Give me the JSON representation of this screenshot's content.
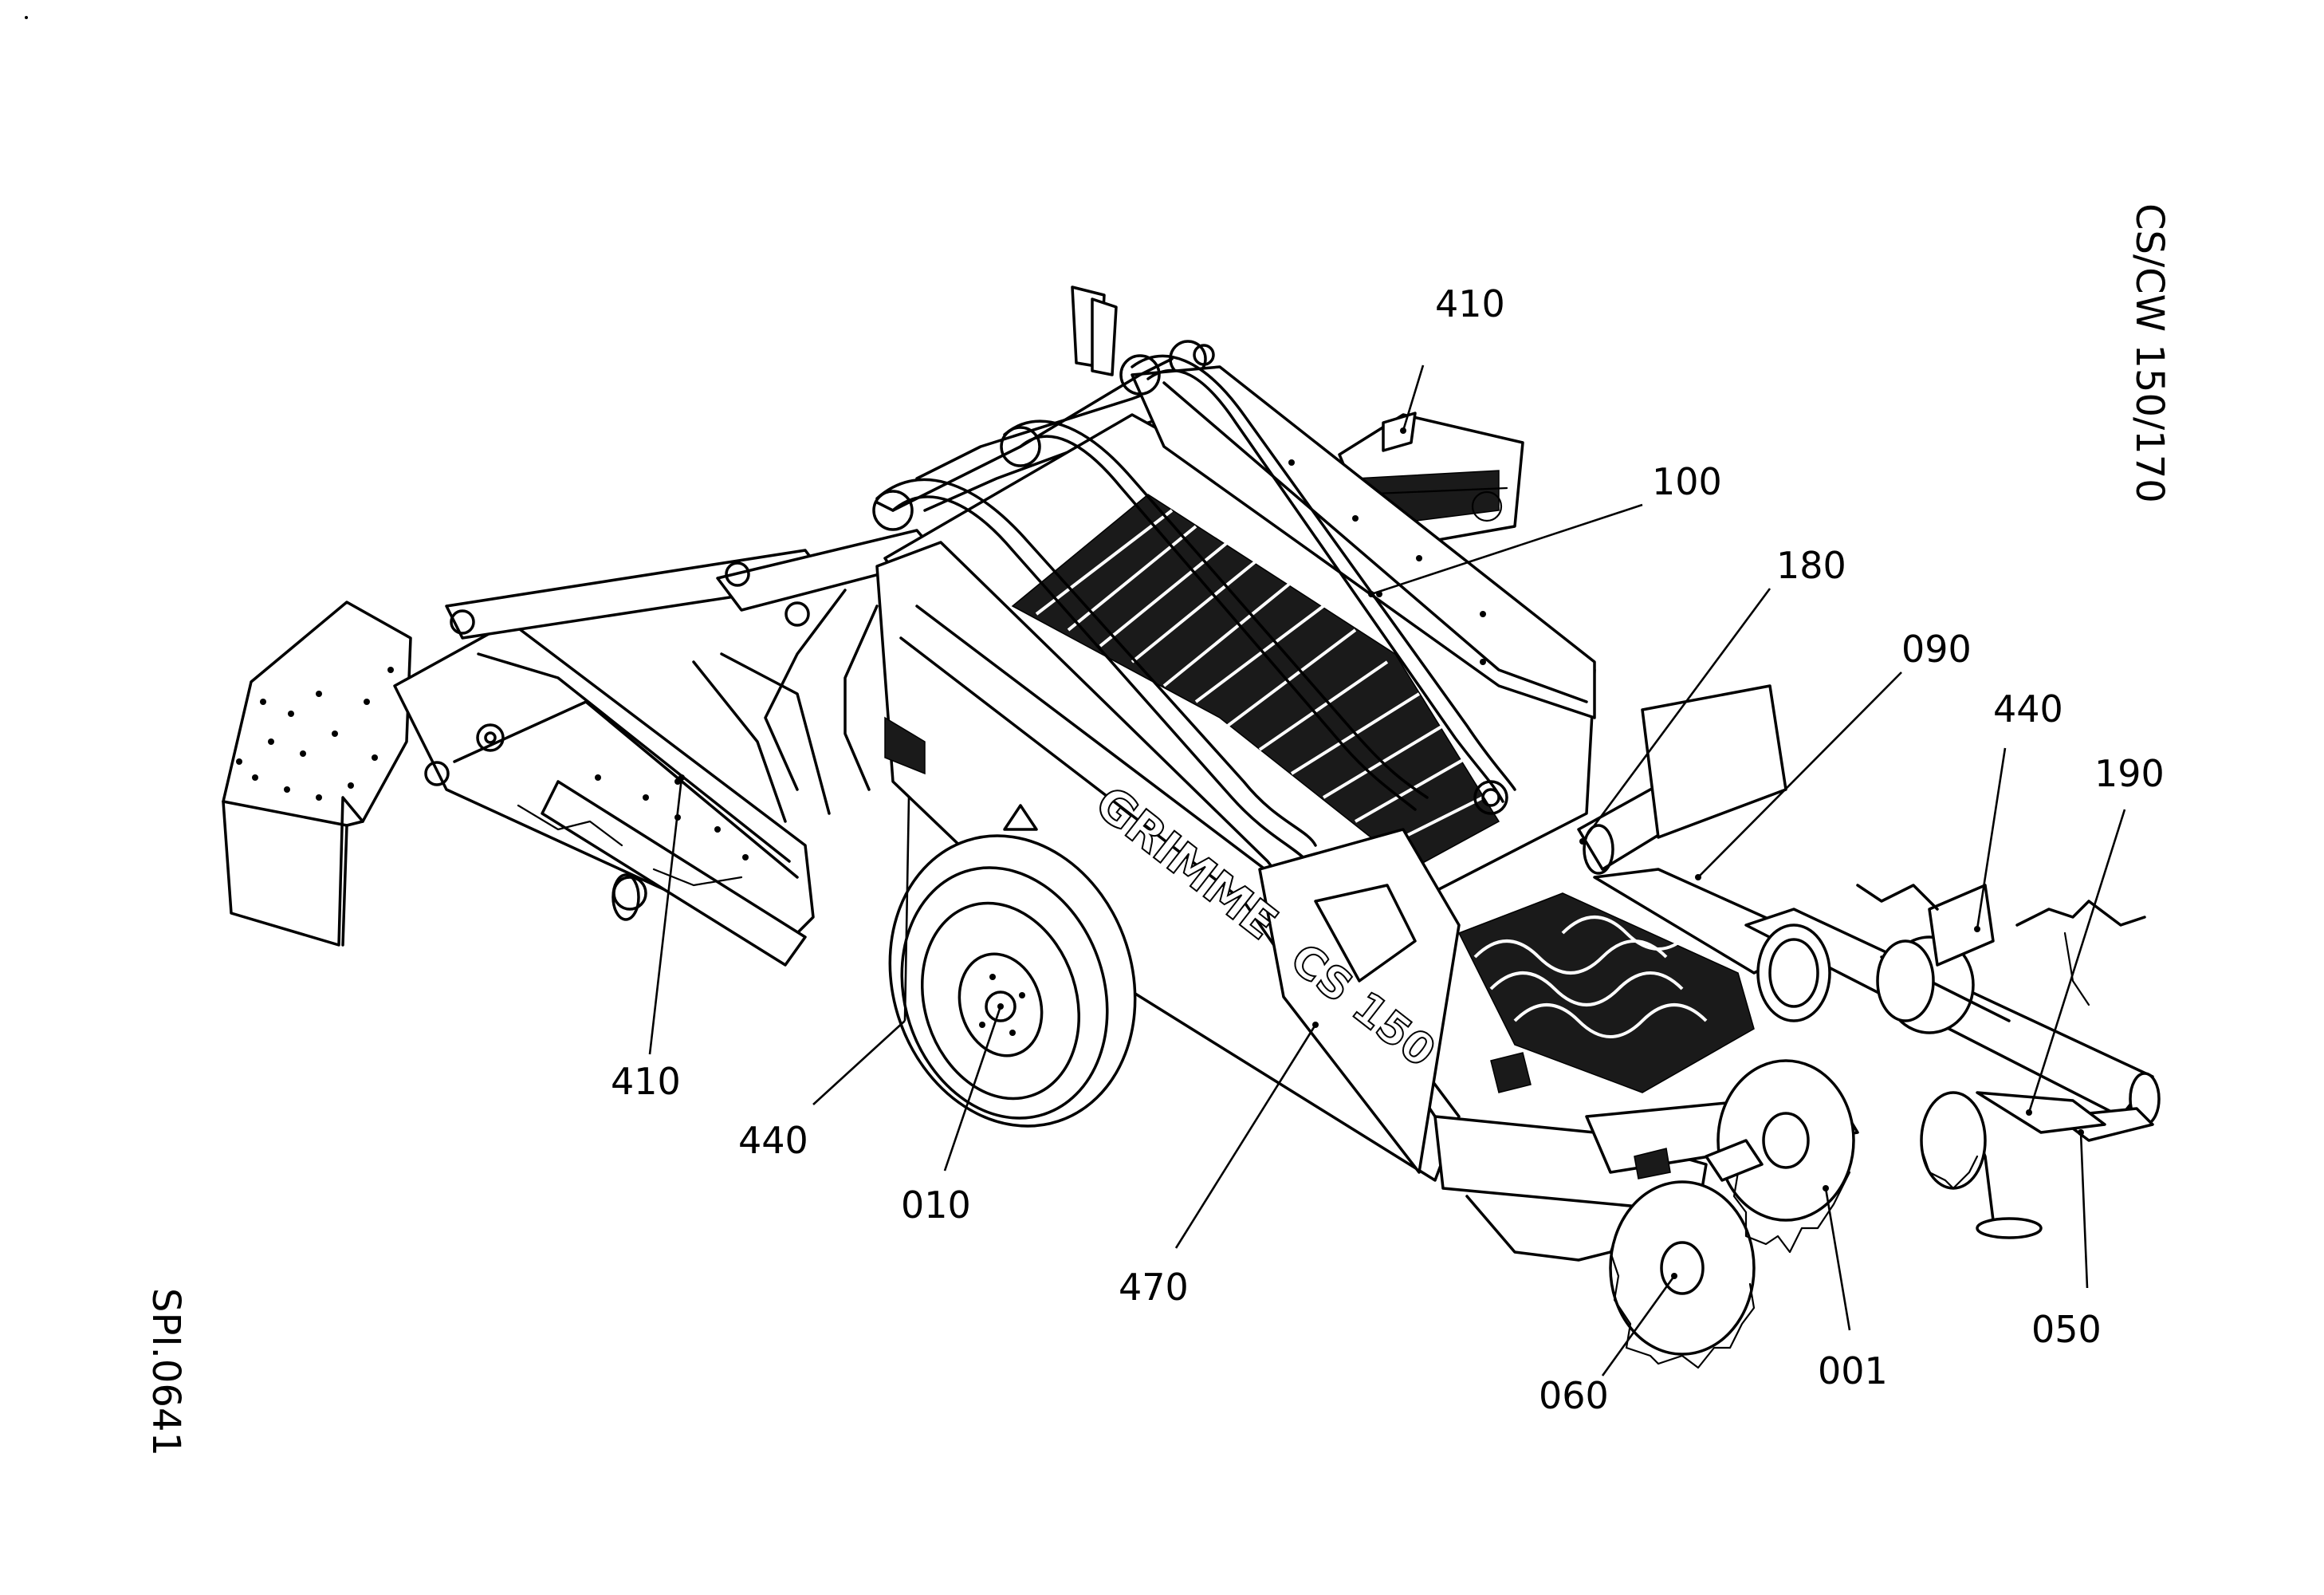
{
  "drawing": {
    "model_title": "CS/CW  150/170",
    "drawing_number": "SPI.0641",
    "brand_text": "GRIMME",
    "model_text": "CS 150"
  },
  "part_labels": [
    {
      "id": "lbl-410-top",
      "text": "410"
    },
    {
      "id": "lbl-100",
      "text": "100"
    },
    {
      "id": "lbl-180",
      "text": "180"
    },
    {
      "id": "lbl-090",
      "text": "090"
    },
    {
      "id": "lbl-440-right",
      "text": "440"
    },
    {
      "id": "lbl-190",
      "text": "190"
    },
    {
      "id": "lbl-410-left",
      "text": "410"
    },
    {
      "id": "lbl-440-left",
      "text": "440"
    },
    {
      "id": "lbl-010",
      "text": "010"
    },
    {
      "id": "lbl-470",
      "text": "470"
    },
    {
      "id": "lbl-060",
      "text": "060"
    },
    {
      "id": "lbl-001",
      "text": "001"
    },
    {
      "id": "lbl-050",
      "text": "050"
    }
  ]
}
